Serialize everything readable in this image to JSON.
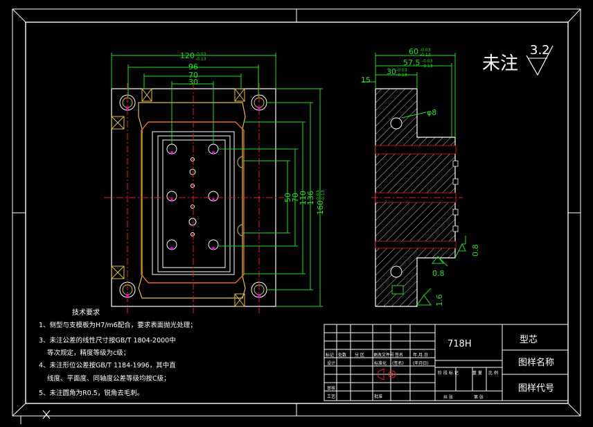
{
  "drawing": {
    "roughness_note": "未注",
    "roughness_value": "3.2",
    "front_view": {
      "dims_horizontal": [
        {
          "value": "120",
          "tol_upper": "-0.03",
          "tol_lower": "-0.13"
        },
        {
          "value": "96"
        },
        {
          "value": "70"
        },
        {
          "value": "30"
        }
      ],
      "dims_vertical": [
        {
          "value": "50"
        },
        {
          "value": "70"
        },
        {
          "value": "110"
        },
        {
          "value": "136"
        },
        {
          "value": "160",
          "tol_upper": "-0.03",
          "tol_lower": "-0.13"
        }
      ]
    },
    "side_view": {
      "dims_horizontal": [
        {
          "value": "60",
          "tol_upper": "-0.03",
          "tol_lower": "-0.13"
        },
        {
          "value": "57.5",
          "tol_upper": "-0.03",
          "tol_lower": "-0.13"
        },
        {
          "value": "30",
          "tol_upper": "-0.03",
          "tol_lower": "-0.13"
        }
      ],
      "dim_left": "15",
      "hole_label": "φ8",
      "roughness_marks": [
        "0.8",
        "0.8",
        "1.6"
      ]
    },
    "tech_requirements": {
      "title": "技术要求",
      "items": [
        "1、侧型与支模板为H7/m6配合，要求表面抛光处理；",
        "3、未注公差的线性尺寸按GB/T 1804-2000中",
        "等次规定，精度等级为c级；",
        "4、未注形位公差按GB/T 1184-1996，其中直",
        "线度、平面度、同轴度公差等级均按C级；",
        "5、未注圆角为R0.5，锐角去毛刺。"
      ]
    },
    "title_block": {
      "material": "718H",
      "part_name": "型芯",
      "drawing_name_label": "图样名称",
      "drawing_code_label": "图样代号",
      "row_labels": [
        "标记",
        "处数",
        "分 区",
        "更改文件号",
        "签名",
        "年.月.日"
      ],
      "left_labels": [
        "设计",
        "审核",
        "工艺"
      ],
      "std_label": "标准化",
      "sign_label": "(签名)",
      "date_label": "(年月日)",
      "approve_label": "批准",
      "stage_labels": [
        "阶 段 标 记",
        "重 量",
        "比 例"
      ],
      "sheet_labels": [
        "共 张",
        "第 张"
      ]
    }
  }
}
